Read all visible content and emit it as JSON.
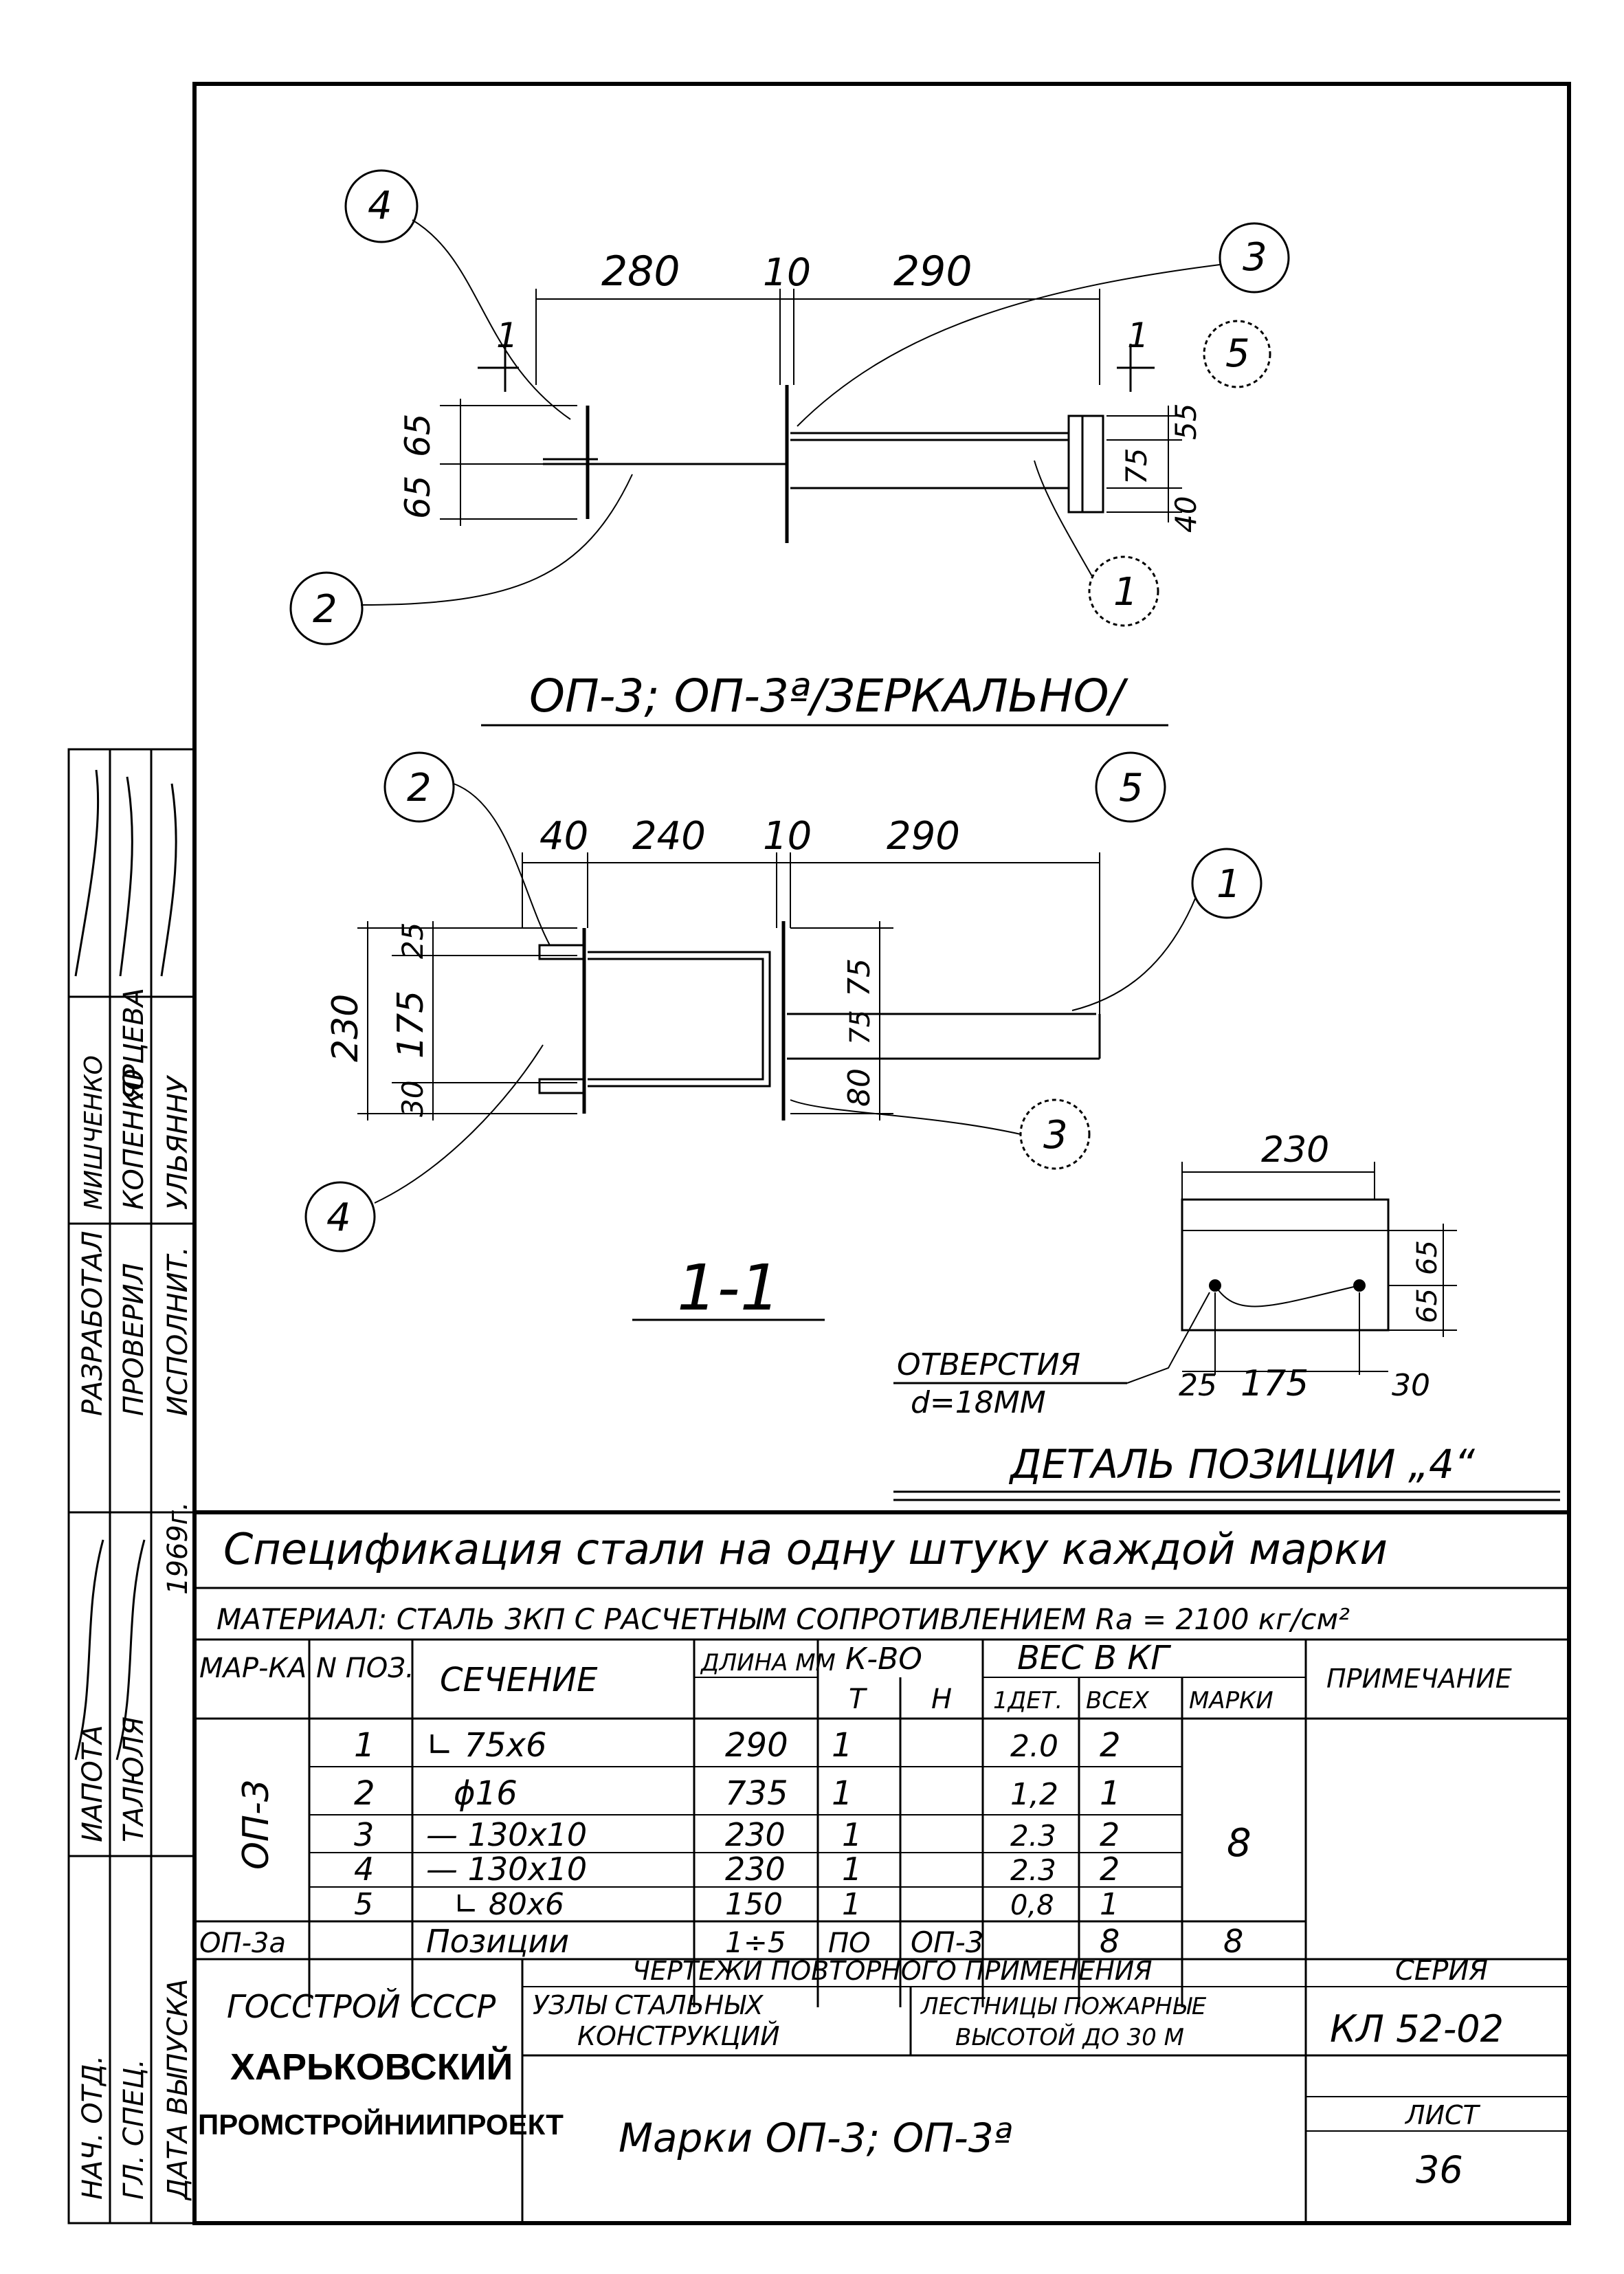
{
  "views": {
    "top": {
      "dims_horizontal": [
        "280",
        "10",
        "290"
      ],
      "dims_left": [
        "65",
        "65"
      ],
      "dims_right": [
        "55",
        "75",
        "40"
      ],
      "section_mark": "1",
      "callouts": [
        "4",
        "3",
        "5",
        "2",
        "1"
      ],
      "caption": "ОП-3; ОП-3ª/ЗЕРКАЛЬНО/"
    },
    "section": {
      "dims_horizontal": [
        "40",
        "240",
        "10",
        "290"
      ],
      "dims_left_outer": "230",
      "dims_left_inner": [
        "25",
        "175",
        "30"
      ],
      "dims_right": [
        "75",
        "75",
        "80"
      ],
      "callouts": [
        "2",
        "5",
        "1",
        "4",
        "3"
      ],
      "title": "1-1"
    },
    "detail": {
      "dim_top": "230",
      "dims_right": [
        "65",
        "65"
      ],
      "dims_bottom": [
        "25",
        "175",
        "30"
      ],
      "holes_label": "ОТВЕРСТИЯ",
      "holes_diameter": "d=18ММ",
      "title": "ДЕТАЛЬ ПОЗИЦИИ „4“"
    }
  },
  "left_stamp": {
    "roles": [
      "РАЗРАБОТАЛ",
      "ПРОВЕРИЛ",
      "ИСПОЛНИТ."
    ],
    "names": [
      "МИШЧЕНКО",
      "КОПЕНКО",
      "ЯРЦЕВА",
      "УЛЬЯННУ"
    ],
    "lower_roles": [
      "НАЧ. ОТД.",
      "ГЛ. СПЕЦ.",
      "ДАТА ВЫПУСКА"
    ],
    "lower_names": [
      "ИАПОТА",
      "ТАЛЮЛЯ"
    ],
    "year": "1969г."
  },
  "spec": {
    "title": "Спецификация стали на одну штуку каждой марки",
    "material": "МАТЕРИАЛ: СТАЛЬ 3КП С РАСЧЕТНЫМ СОПРОТИВЛЕНИЕМ Ra = 2100 кг/см²",
    "headers": {
      "mark": "МАР-КА",
      "pos": "N ПОЗ.",
      "section": "СЕЧЕНИЕ",
      "length": "ДЛИНА ММ",
      "qty": "К-ВО",
      "qty_t": "Т",
      "qty_n": "Н",
      "weight": "ВЕС В КГ",
      "w_one": "1ДЕТ.",
      "w_all": "ВСЕХ",
      "w_mark": "МАРКИ",
      "note": "ПРИМЕЧАНИЕ"
    },
    "group_mark": "ОП-3",
    "group_weight": "8",
    "rows": [
      {
        "pos": "1",
        "section": "∟ 75х6",
        "length": "290",
        "t": "1",
        "one": "2.0",
        "all": "2"
      },
      {
        "pos": "2",
        "section": "ϕ16",
        "length": "735",
        "t": "1",
        "one": "1,2",
        "all": "1"
      },
      {
        "pos": "3",
        "section": "— 130х10",
        "length": "230",
        "t": "1",
        "one": "2.3",
        "all": "2"
      },
      {
        "pos": "4",
        "section": "— 130х10",
        "length": "230",
        "t": "1",
        "one": "2.3",
        "all": "2"
      },
      {
        "pos": "5",
        "section": "∟ 80х6",
        "length": "150",
        "t": "1",
        "one": "0,8",
        "all": "1"
      }
    ],
    "last_row": {
      "mark": "ОП-3а",
      "section": "Позиции",
      "length": "1÷5",
      "t": "ПО",
      "n": "ОП-3",
      "all": "8",
      "mark_w": "8"
    }
  },
  "title_block": {
    "org1": "ГОССТРОЙ СССР",
    "org2": "ХАРЬКОВСКИЙ",
    "org3": "ПРОМСТРОЙНИИПРОЕКТ",
    "header": "ЧЕРТЕЖИ ПОВТОРНОГО ПРИМЕНЕНИЯ",
    "subject1a": "УЗЛЫ СТАЛЬНЫХ",
    "subject1b": "КОНСТРУКЦИЙ",
    "subject2a": "ЛЕСТНИЦЫ ПОЖАРНЫЕ",
    "subject2b": "ВЫСОТОЙ ДО 30 М",
    "drawing_name": "Марки ОП-3; ОП-3ª",
    "series_label": "СЕРИЯ",
    "series": "КЛ 52-02",
    "sheet_label": "ЛИСТ",
    "sheet": "36"
  }
}
